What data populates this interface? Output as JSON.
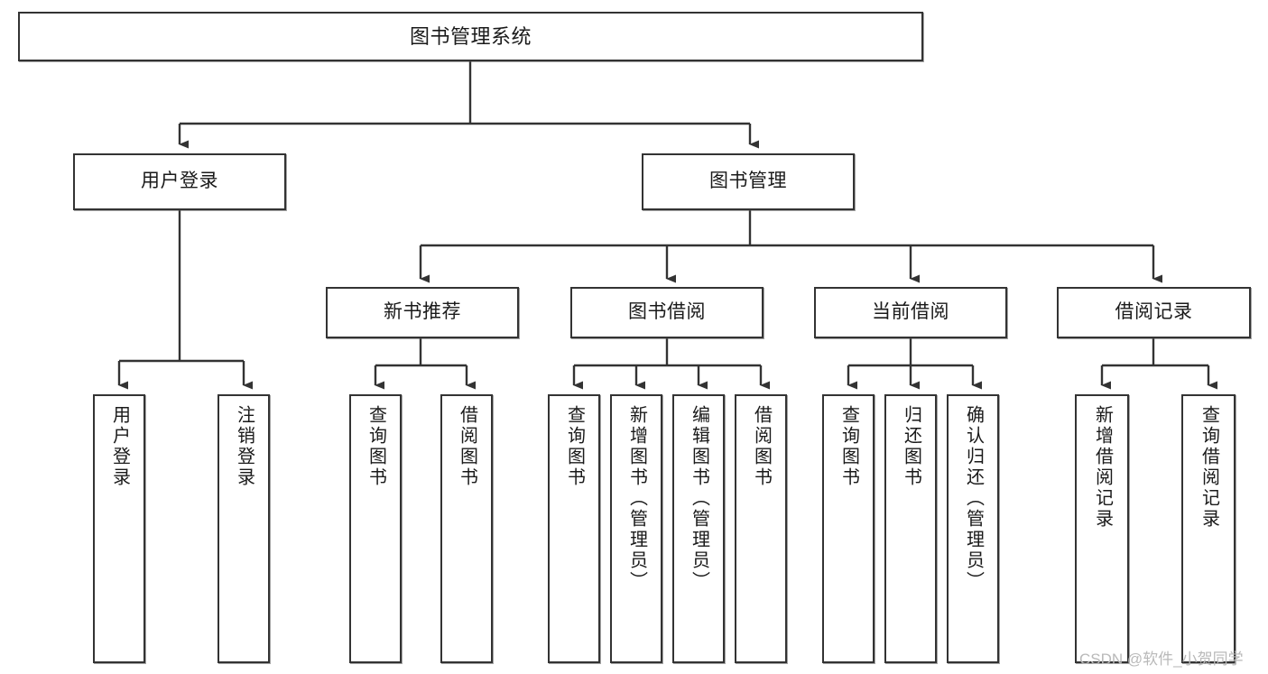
{
  "diagram": {
    "title": "图书管理系统",
    "type": "tree-hierarchy-chart",
    "orientation": "top-down",
    "colors": {
      "node_border": "#333333",
      "node_fill": "#ffffff",
      "edge": "#333333",
      "text": "#1a1a1a",
      "watermark": "#b9b9b9",
      "background": "#ffffff"
    },
    "levels": 4
  },
  "nodes": {
    "root": {
      "label": "图书管理系统"
    },
    "level2": [
      {
        "id": "user-login",
        "label": "用户登录"
      },
      {
        "id": "book-manage",
        "label": "图书管理"
      }
    ],
    "level3": [
      {
        "id": "new-book-recommend",
        "label": "新书推荐"
      },
      {
        "id": "book-borrow",
        "label": "图书借阅"
      },
      {
        "id": "current-borrow",
        "label": "当前借阅"
      },
      {
        "id": "borrow-record",
        "label": "借阅记录"
      }
    ],
    "leaves": {
      "user_login": [
        {
          "id": "leaf-user-login",
          "label": "用户登录"
        },
        {
          "id": "leaf-logout-login",
          "label": "注销登录"
        }
      ],
      "new_book_recommend": [
        {
          "id": "leaf-query-book-1",
          "label": "查询图书"
        },
        {
          "id": "leaf-borrow-book-1",
          "label": "借阅图书"
        }
      ],
      "book_borrow": [
        {
          "id": "leaf-query-book-2",
          "label": "查询图书"
        },
        {
          "id": "leaf-add-book",
          "label": "新增图书（管理员）"
        },
        {
          "id": "leaf-edit-book",
          "label": "编辑图书（管理员）"
        },
        {
          "id": "leaf-borrow-book-2",
          "label": "借阅图书"
        }
      ],
      "current_borrow": [
        {
          "id": "leaf-query-book-3",
          "label": "查询图书"
        },
        {
          "id": "leaf-return-book",
          "label": "归还图书"
        },
        {
          "id": "leaf-confirm-return",
          "label": "确认归还（管理员）"
        }
      ],
      "borrow_record": [
        {
          "id": "leaf-add-record",
          "label": "新增借阅记录"
        },
        {
          "id": "leaf-query-record",
          "label": "查询借阅记录"
        }
      ]
    }
  },
  "watermark": {
    "text": "CSDN @软件_小贺同学"
  }
}
